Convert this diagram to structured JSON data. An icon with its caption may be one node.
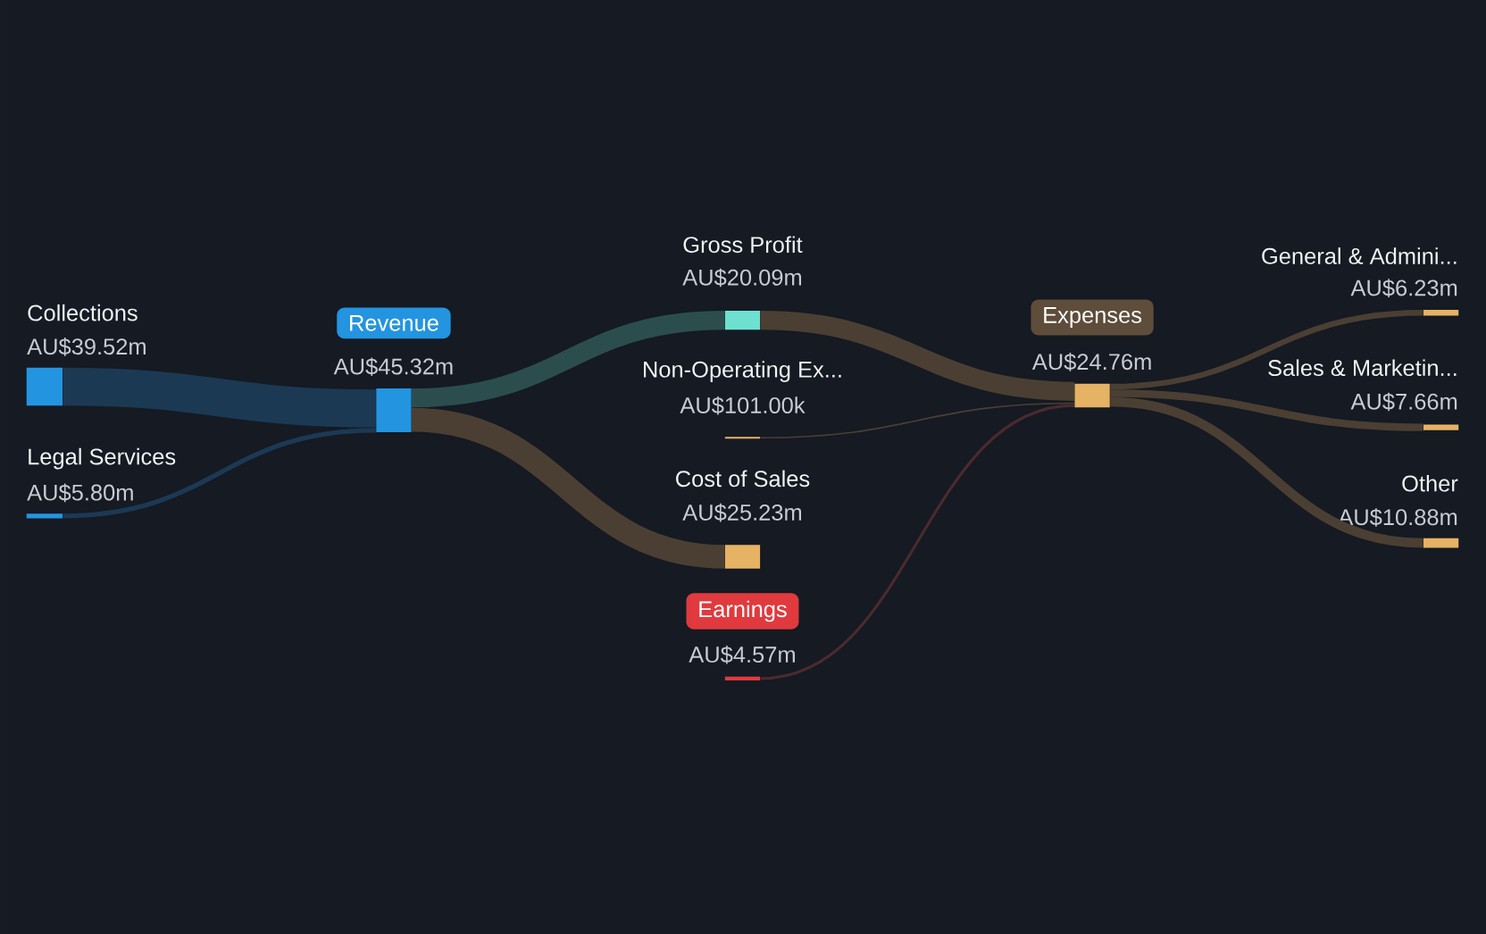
{
  "diagram": {
    "nodes": [
      {
        "text": [
          "Collections",
          "AU$39.52m"
        ]
      },
      {
        "text": [
          "Legal Services",
          "AU$5.80m"
        ]
      },
      {
        "text": [
          "Revenue",
          "AU$45.32m"
        ]
      },
      {
        "text": [
          "Gross Profit",
          "AU$20.09m"
        ]
      },
      {
        "text": [
          "Non-Operating Ex...",
          "AU$101.00k"
        ]
      },
      {
        "text": [
          "Cost of Sales",
          "AU$25.23m"
        ]
      },
      {
        "text": [
          "Earnings",
          "AU$4.57m"
        ]
      },
      {
        "text": [
          "Expenses",
          "AU$24.76m"
        ]
      },
      {
        "text": [
          "General & Admini...",
          "AU$6.23m"
        ]
      },
      {
        "text": [
          "Sales & Marketin...",
          "AU$7.66m"
        ]
      },
      {
        "text": [
          "Other",
          "AU$10.88m"
        ]
      }
    ],
    "edges": [
      {
        "from": 0,
        "to": 2,
        "arrow": "none",
        "style": "thick",
        "color": "#1c3954"
      },
      {
        "from": 1,
        "to": 2,
        "arrow": "none",
        "color": "#1c3954"
      },
      {
        "from": 2,
        "to": 3,
        "arrow": "none",
        "style": "thick",
        "color": "#2c4d4e"
      },
      {
        "from": 2,
        "to": 5,
        "arrow": "none",
        "style": "thick"
      },
      {
        "from": 3,
        "to": 7,
        "arrow": "none",
        "style": "thick"
      },
      {
        "from": 4,
        "to": 7,
        "arrow": "none"
      },
      {
        "from": 6,
        "to": 7,
        "arrow": "none",
        "color": "#4b2a2e"
      },
      {
        "from": 7,
        "to": 8,
        "arrow": "none"
      },
      {
        "from": 7,
        "to": 9,
        "arrow": "none"
      },
      {
        "from": 7,
        "to": 10,
        "arrow": "none"
      }
    ]
  }
}
